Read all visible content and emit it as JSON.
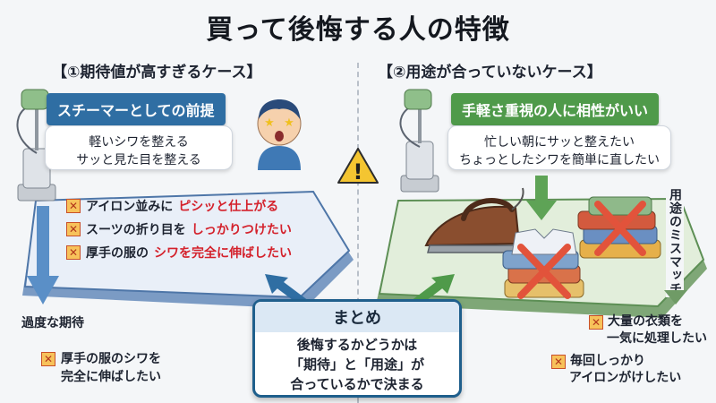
{
  "title": "買って後悔する人の特徴",
  "left": {
    "header": "【①期待値が高すぎるケース】",
    "banner": "スチーマーとしての前提",
    "bubble_lines": [
      "軽いシワを整える",
      "サッと見た目を整える"
    ],
    "items": [
      {
        "plain": "アイロン並みに",
        "highlight": "ピシッと仕上がる"
      },
      {
        "plain": "スーツの折り目を",
        "highlight": "しっかりつけたい"
      },
      {
        "plain": "厚手の服の",
        "highlight": "シワを完全に伸ばしたい"
      }
    ],
    "arrow_label": "過度な期待",
    "bottom_item_lines": [
      "厚手の服のシワを",
      "完全に伸ばしたい"
    ]
  },
  "right": {
    "header": "【②用途が合っていないケース】",
    "banner": "手軽さ重視の人に相性がいい",
    "bubble_lines": [
      "忙しい朝にサッと整えたい",
      "ちょっとしたシワを簡単に直したい"
    ],
    "side_label": "用途のミスマッチ",
    "items": [
      {
        "lines": [
          "大量の衣類を",
          "一気に処理したい"
        ]
      },
      {
        "lines": [
          "毎回しっかり",
          "アイロンがけしたい"
        ]
      }
    ]
  },
  "summary": {
    "heading": "まとめ",
    "lines": [
      "後悔するかどうかは",
      "「期待」と「用途」が",
      "合っているかで決まる"
    ]
  },
  "icons": {
    "mark": "✕",
    "warning": "!"
  },
  "colors": {
    "left_accent": "#2f6ea3",
    "right_accent": "#4f9a4a",
    "highlight": "#d4212b"
  }
}
